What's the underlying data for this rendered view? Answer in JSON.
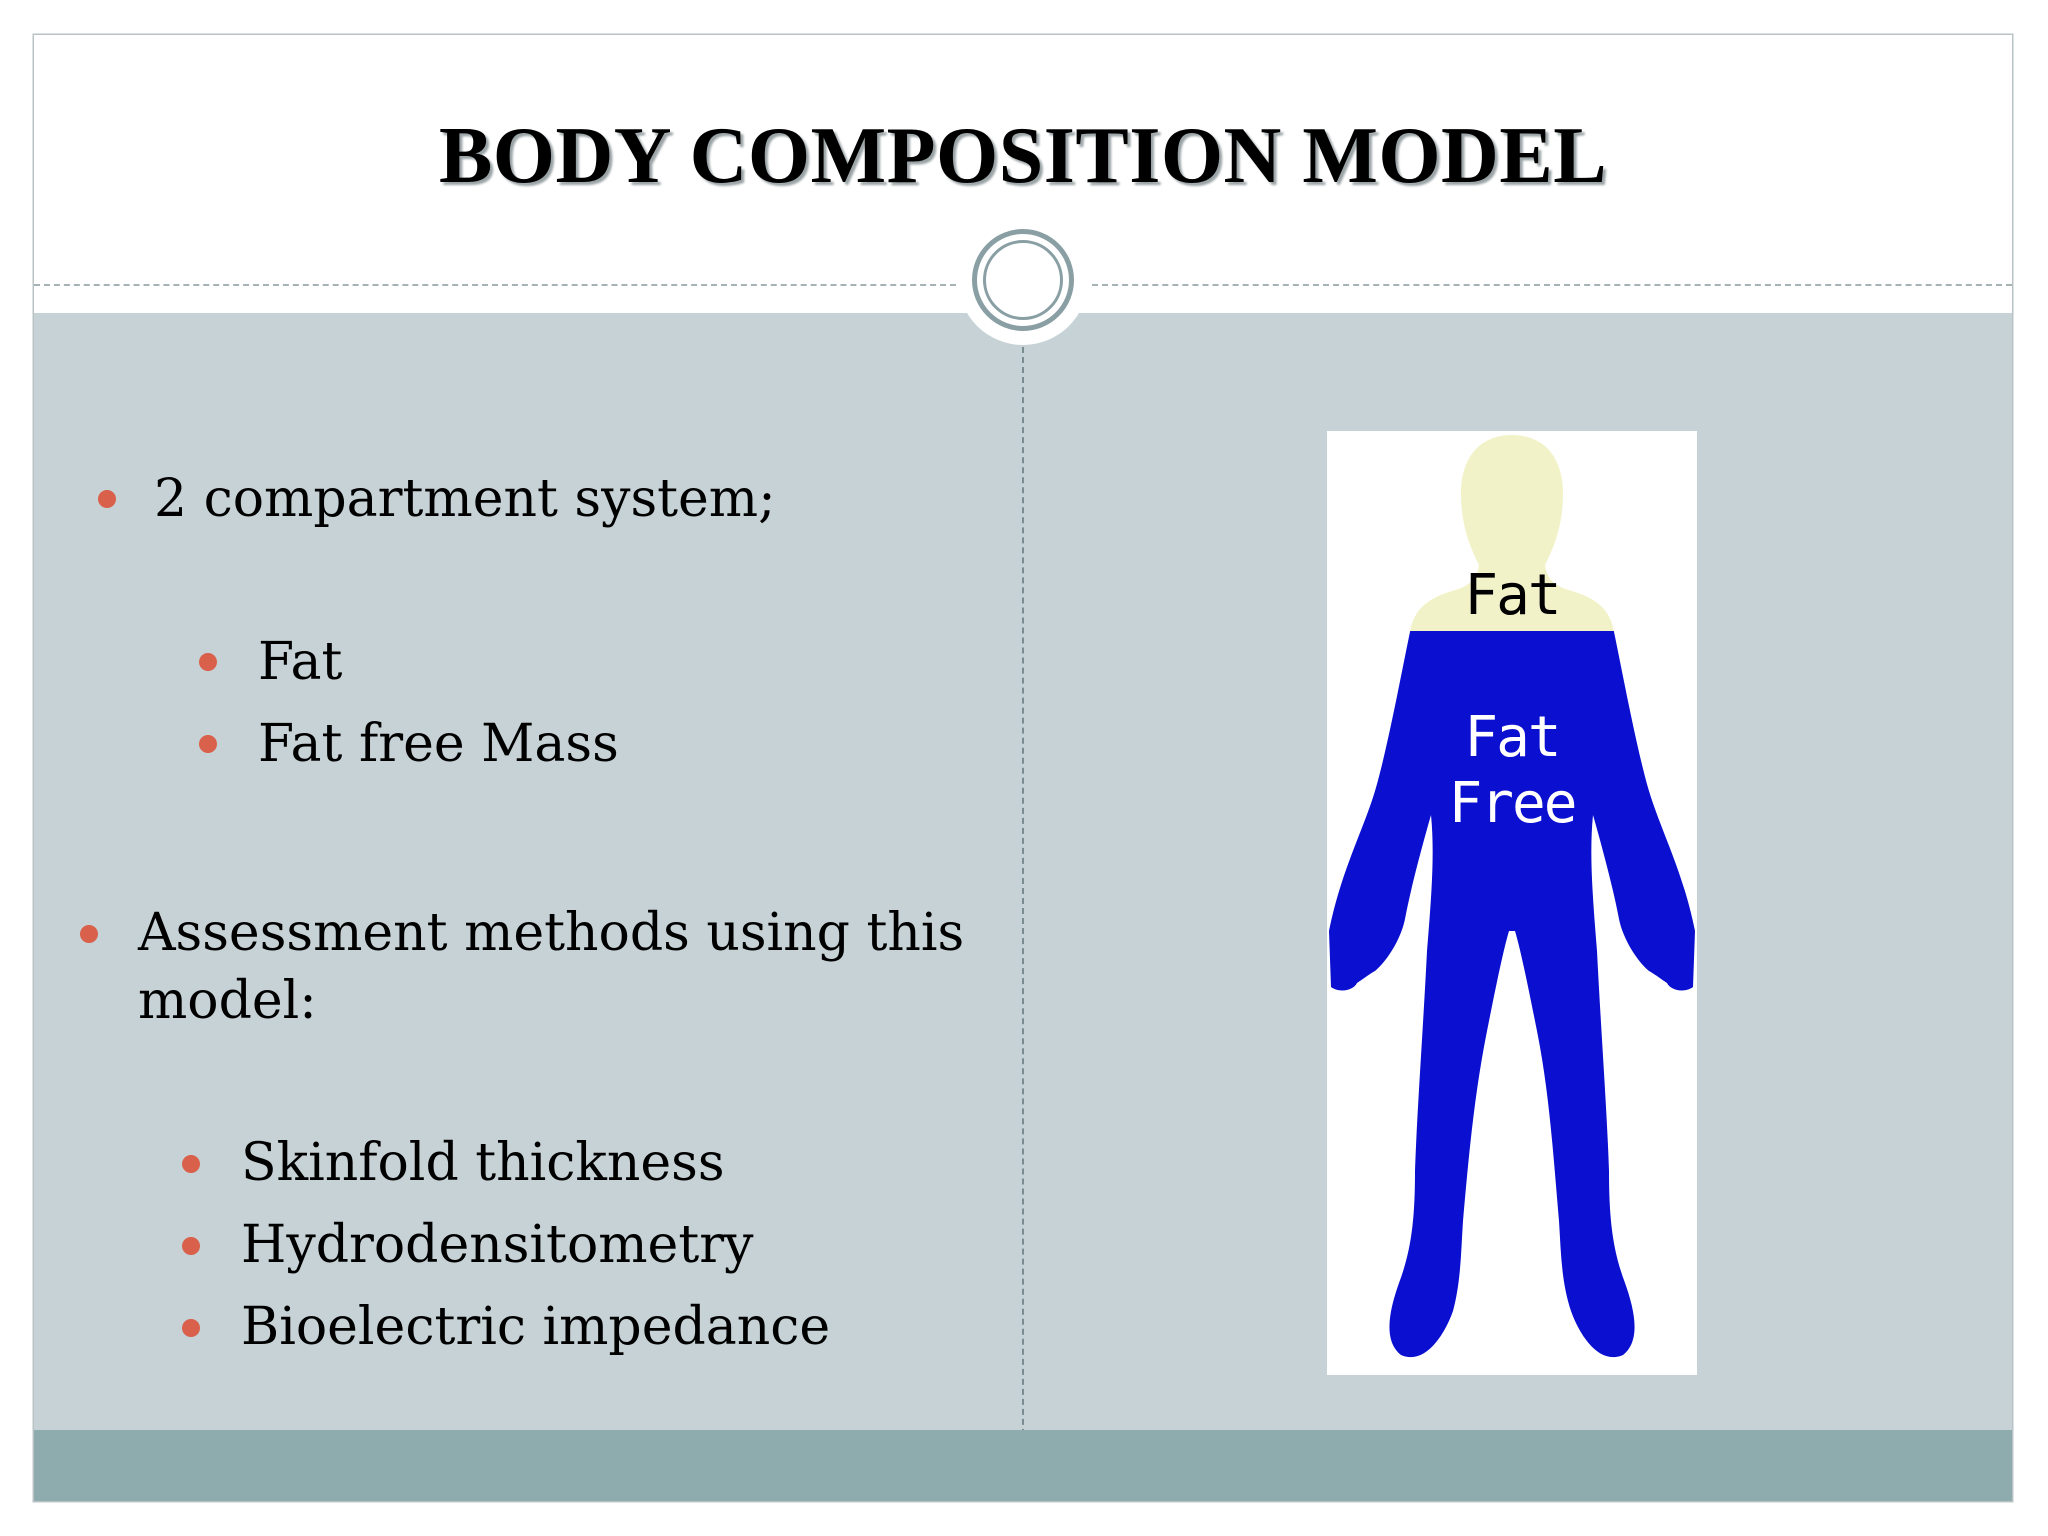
{
  "slide": {
    "title": "BODY COMPOSITION MODEL"
  },
  "left_column": {
    "items": [
      {
        "level": 1,
        "text": "2 compartment system;"
      },
      {
        "level": 2,
        "text": "Fat"
      },
      {
        "level": 2,
        "text": "Fat free Mass"
      },
      {
        "level": 1,
        "text": "Assessment methods using this model:"
      },
      {
        "level": 2,
        "text": "Skinfold thickness"
      },
      {
        "level": 2,
        "text": "Hydrodensitometry"
      },
      {
        "level": 2,
        "text": "Bioelectric impedance"
      }
    ]
  },
  "figure": {
    "fat_label": "Fat",
    "fat_free_label_line1": "Fat",
    "fat_free_label_line2": "Free",
    "fat_color": "#f2f2c8",
    "fat_free_color": "#0a0fd0"
  },
  "colors": {
    "content_background": "#c6d2d6",
    "footer": "#8eabad",
    "bullet": "#d9604a"
  }
}
